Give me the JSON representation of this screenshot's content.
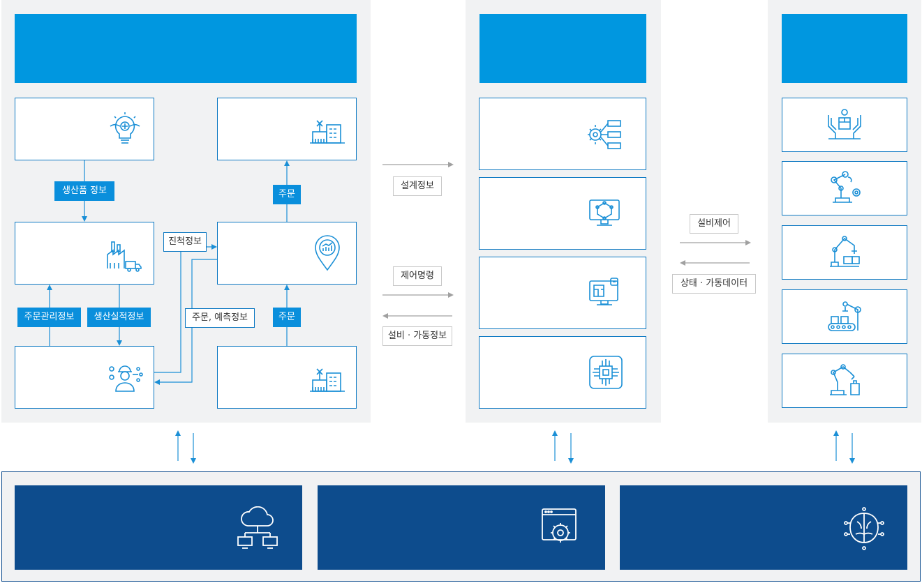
{
  "colors": {
    "header_blue": "#0097e0",
    "box_border": "#0c78c2",
    "bottom_navy": "#0d4c8d",
    "panel_gray": "#f1f2f3"
  },
  "left_panel": {
    "boxes": [
      {
        "icon": "lightbulb-brain-icon"
      },
      {
        "icon": "factory-antenna-icon"
      },
      {
        "icon": "factory-truck-icon"
      },
      {
        "icon": "location-pin-chart-icon"
      },
      {
        "icon": "worker-gears-icon"
      },
      {
        "icon": "factory-antenna-icon"
      }
    ],
    "labels": {
      "product_info": "생산품 정보",
      "order_top": "주문",
      "progress_info": "진척정보",
      "order_mgmt_info": "주문관리정보",
      "production_result_info": "생산실적정보",
      "order_forecast_info": "주문, 예측정보",
      "order_bottom": "주문"
    }
  },
  "middle_flow": {
    "design_info": "설계정보",
    "control_command": "제어명령",
    "equipment_operation_info": "설비 · 가동정보"
  },
  "middle_panel": {
    "boxes": [
      {
        "icon": "gear-servers-icon"
      },
      {
        "icon": "monitor-cube-icon"
      },
      {
        "icon": "monitor-blueprint-icon"
      },
      {
        "icon": "chip-circuit-icon"
      }
    ]
  },
  "right_flow": {
    "equipment_control": "설비제어",
    "status_operation_data": "상태 · 가동데이터"
  },
  "right_panel": {
    "boxes": [
      {
        "icon": "hands-package-icon"
      },
      {
        "icon": "robot-arm-gear-icon"
      },
      {
        "icon": "robot-arm-packing-icon"
      },
      {
        "icon": "conveyor-robot-icon"
      },
      {
        "icon": "robot-lab-arm-icon"
      }
    ]
  },
  "bottom": {
    "boxes": [
      {
        "icon": "cloud-network-icon"
      },
      {
        "icon": "browser-gear-icon"
      },
      {
        "icon": "ai-brain-circuit-icon"
      }
    ]
  }
}
